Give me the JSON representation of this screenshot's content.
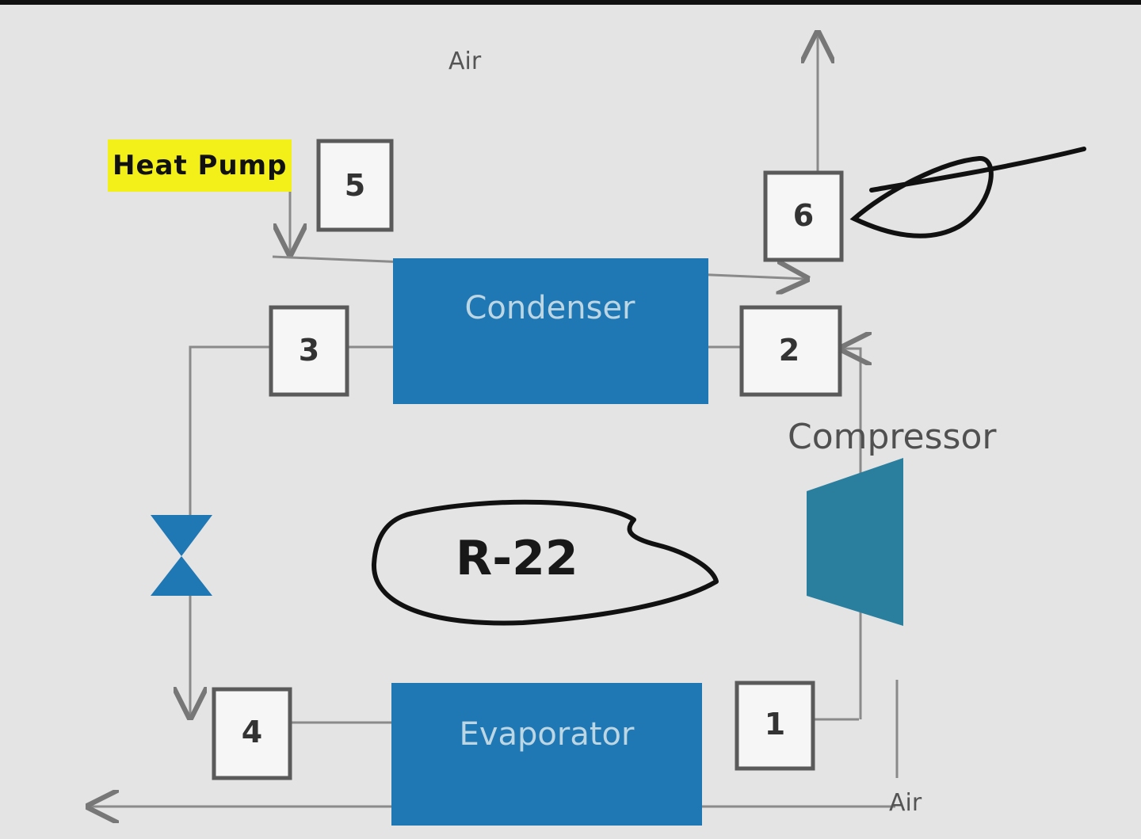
{
  "title": "Heat Pump",
  "refrigerant": "R-22",
  "components": {
    "condenser": "Condenser",
    "evaporator": "Evaporator",
    "compressor": "Compressor"
  },
  "streams": {
    "air_top": "Air",
    "air_bottom": "Air"
  },
  "states": [
    "1",
    "2",
    "3",
    "4",
    "5",
    "6"
  ],
  "colors": {
    "component_fill": "#1f78b4",
    "highlight": "#f2f018",
    "annotation_ink": "#111111"
  }
}
